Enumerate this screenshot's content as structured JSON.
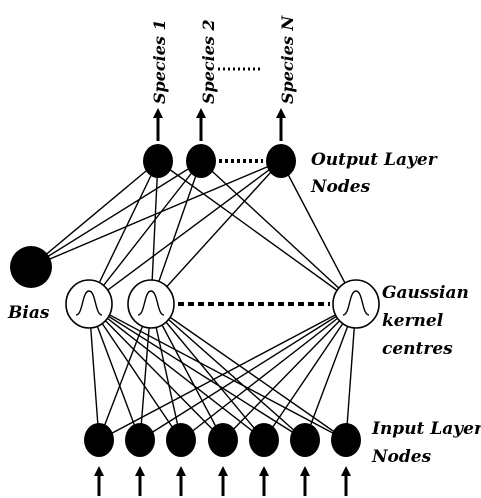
{
  "outputs": {
    "species": [
      "Species 1",
      "Species 2",
      "Species N"
    ],
    "label_line1": "Output Layer",
    "label_line2": "Nodes"
  },
  "bias": {
    "label": "Bias"
  },
  "kernels": {
    "label_line1": "Gaussian",
    "label_line2": "kernel",
    "label_line3": "centres"
  },
  "inputs": {
    "count": 7,
    "label_line1": "Input Layer",
    "label_line2": "Nodes"
  },
  "colors": {
    "node_fill": "#000000",
    "edge": "#000000",
    "background": "#ffffff"
  }
}
